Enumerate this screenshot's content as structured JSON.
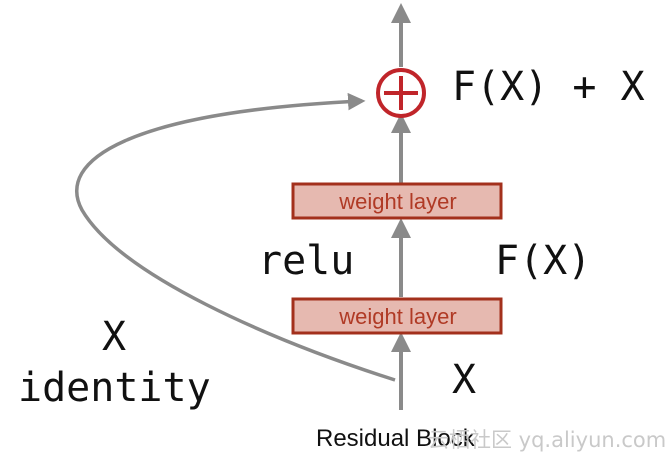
{
  "diagram": {
    "output_label": "F(X) + X",
    "activation_label": "relu",
    "residual_label": "F(X)",
    "skip_x_label": "X",
    "skip_identity_label": "identity",
    "input_label": "X",
    "caption": "Residual Block",
    "layers": [
      {
        "label": "weight layer"
      },
      {
        "label": "weight layer"
      }
    ],
    "watermark": "云栖社区 yq.aliyun.com"
  },
  "colors": {
    "arrow": "#8a8a8a",
    "layer_fill": "#e6b9b0",
    "layer_border": "#a3301c",
    "layer_text": "#b03a25",
    "sum_node": "#c0252a",
    "text": "#111111",
    "watermark": "#c9c9c9"
  }
}
